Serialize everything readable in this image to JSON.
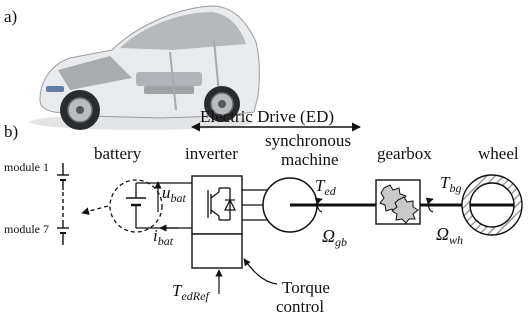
{
  "panel_a": {
    "label": "a)"
  },
  "panel_b": {
    "label": "b)"
  },
  "electric_drive": {
    "label": "Electric Drive (ED)"
  },
  "components": {
    "battery": "battery",
    "inverter": "inverter",
    "machine_line1": "synchronous",
    "machine_line2": "machine",
    "gearbox": "gearbox",
    "wheel": "wheel"
  },
  "battery_stack": {
    "module_top": "module 1",
    "module_bottom": "module 7"
  },
  "signals": {
    "u_bat": "u",
    "u_bat_sub": "bat",
    "i_bat": "i",
    "i_bat_sub": "bat",
    "T_ed": "T",
    "T_ed_sub": "ed",
    "T_bg": "T",
    "T_bg_sub": "bg",
    "Omega_gb": "Ω",
    "Omega_gb_sub": "gb",
    "Omega_wh": "Ω",
    "Omega_wh_sub": "wh",
    "T_edRef": "T",
    "T_edRef_sub": "edRef"
  },
  "torque_control": {
    "line1": "Torque",
    "line2": "control"
  },
  "colors": {
    "stroke": "#111111",
    "car_body": "#e9eaec",
    "car_shadow": "#c8cacd",
    "gear_fill": "#c9c9c9"
  }
}
